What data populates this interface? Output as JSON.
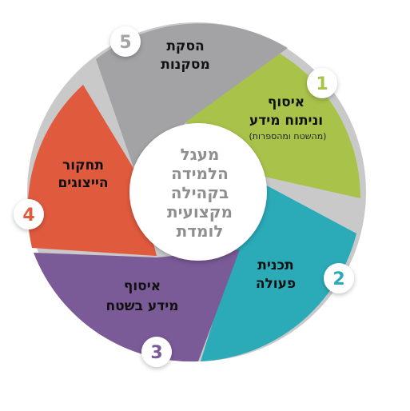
{
  "center": {
    "lines": [
      "מעגל",
      "הלמידה",
      "בקהילה",
      "מקצועית",
      "לומדת"
    ]
  },
  "segments": [
    {
      "number": "1",
      "title_lines": [
        "איסוף",
        "וניתוח מידע"
      ],
      "subtitle": "(מהשטח ומהספרות)",
      "color": "#a9c24a"
    },
    {
      "number": "2",
      "title_lines": [
        "תכנית",
        "פעולה"
      ],
      "subtitle": "",
      "color": "#2baab8"
    },
    {
      "number": "3",
      "title_lines": [
        "איסוף",
        "מידע בשטח"
      ],
      "subtitle": "",
      "color": "#7a5a97"
    },
    {
      "number": "4",
      "title_lines": [
        "תחקור",
        "הייצוגים"
      ],
      "subtitle": "",
      "color": "#e05a3e"
    },
    {
      "number": "5",
      "title_lines": [
        "הסקת",
        "מסקנות"
      ],
      "subtitle": "",
      "color": "#a3a3a5"
    }
  ]
}
